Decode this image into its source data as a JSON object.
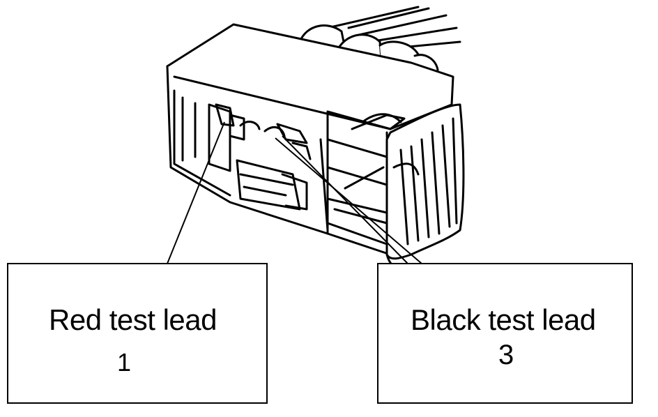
{
  "callouts": {
    "red": {
      "label": "Red test lead",
      "pin": "1"
    },
    "black": {
      "label": "Black test lead",
      "pin": "3"
    }
  },
  "colors": {
    "ink": "#000000",
    "paper": "#ffffff"
  }
}
